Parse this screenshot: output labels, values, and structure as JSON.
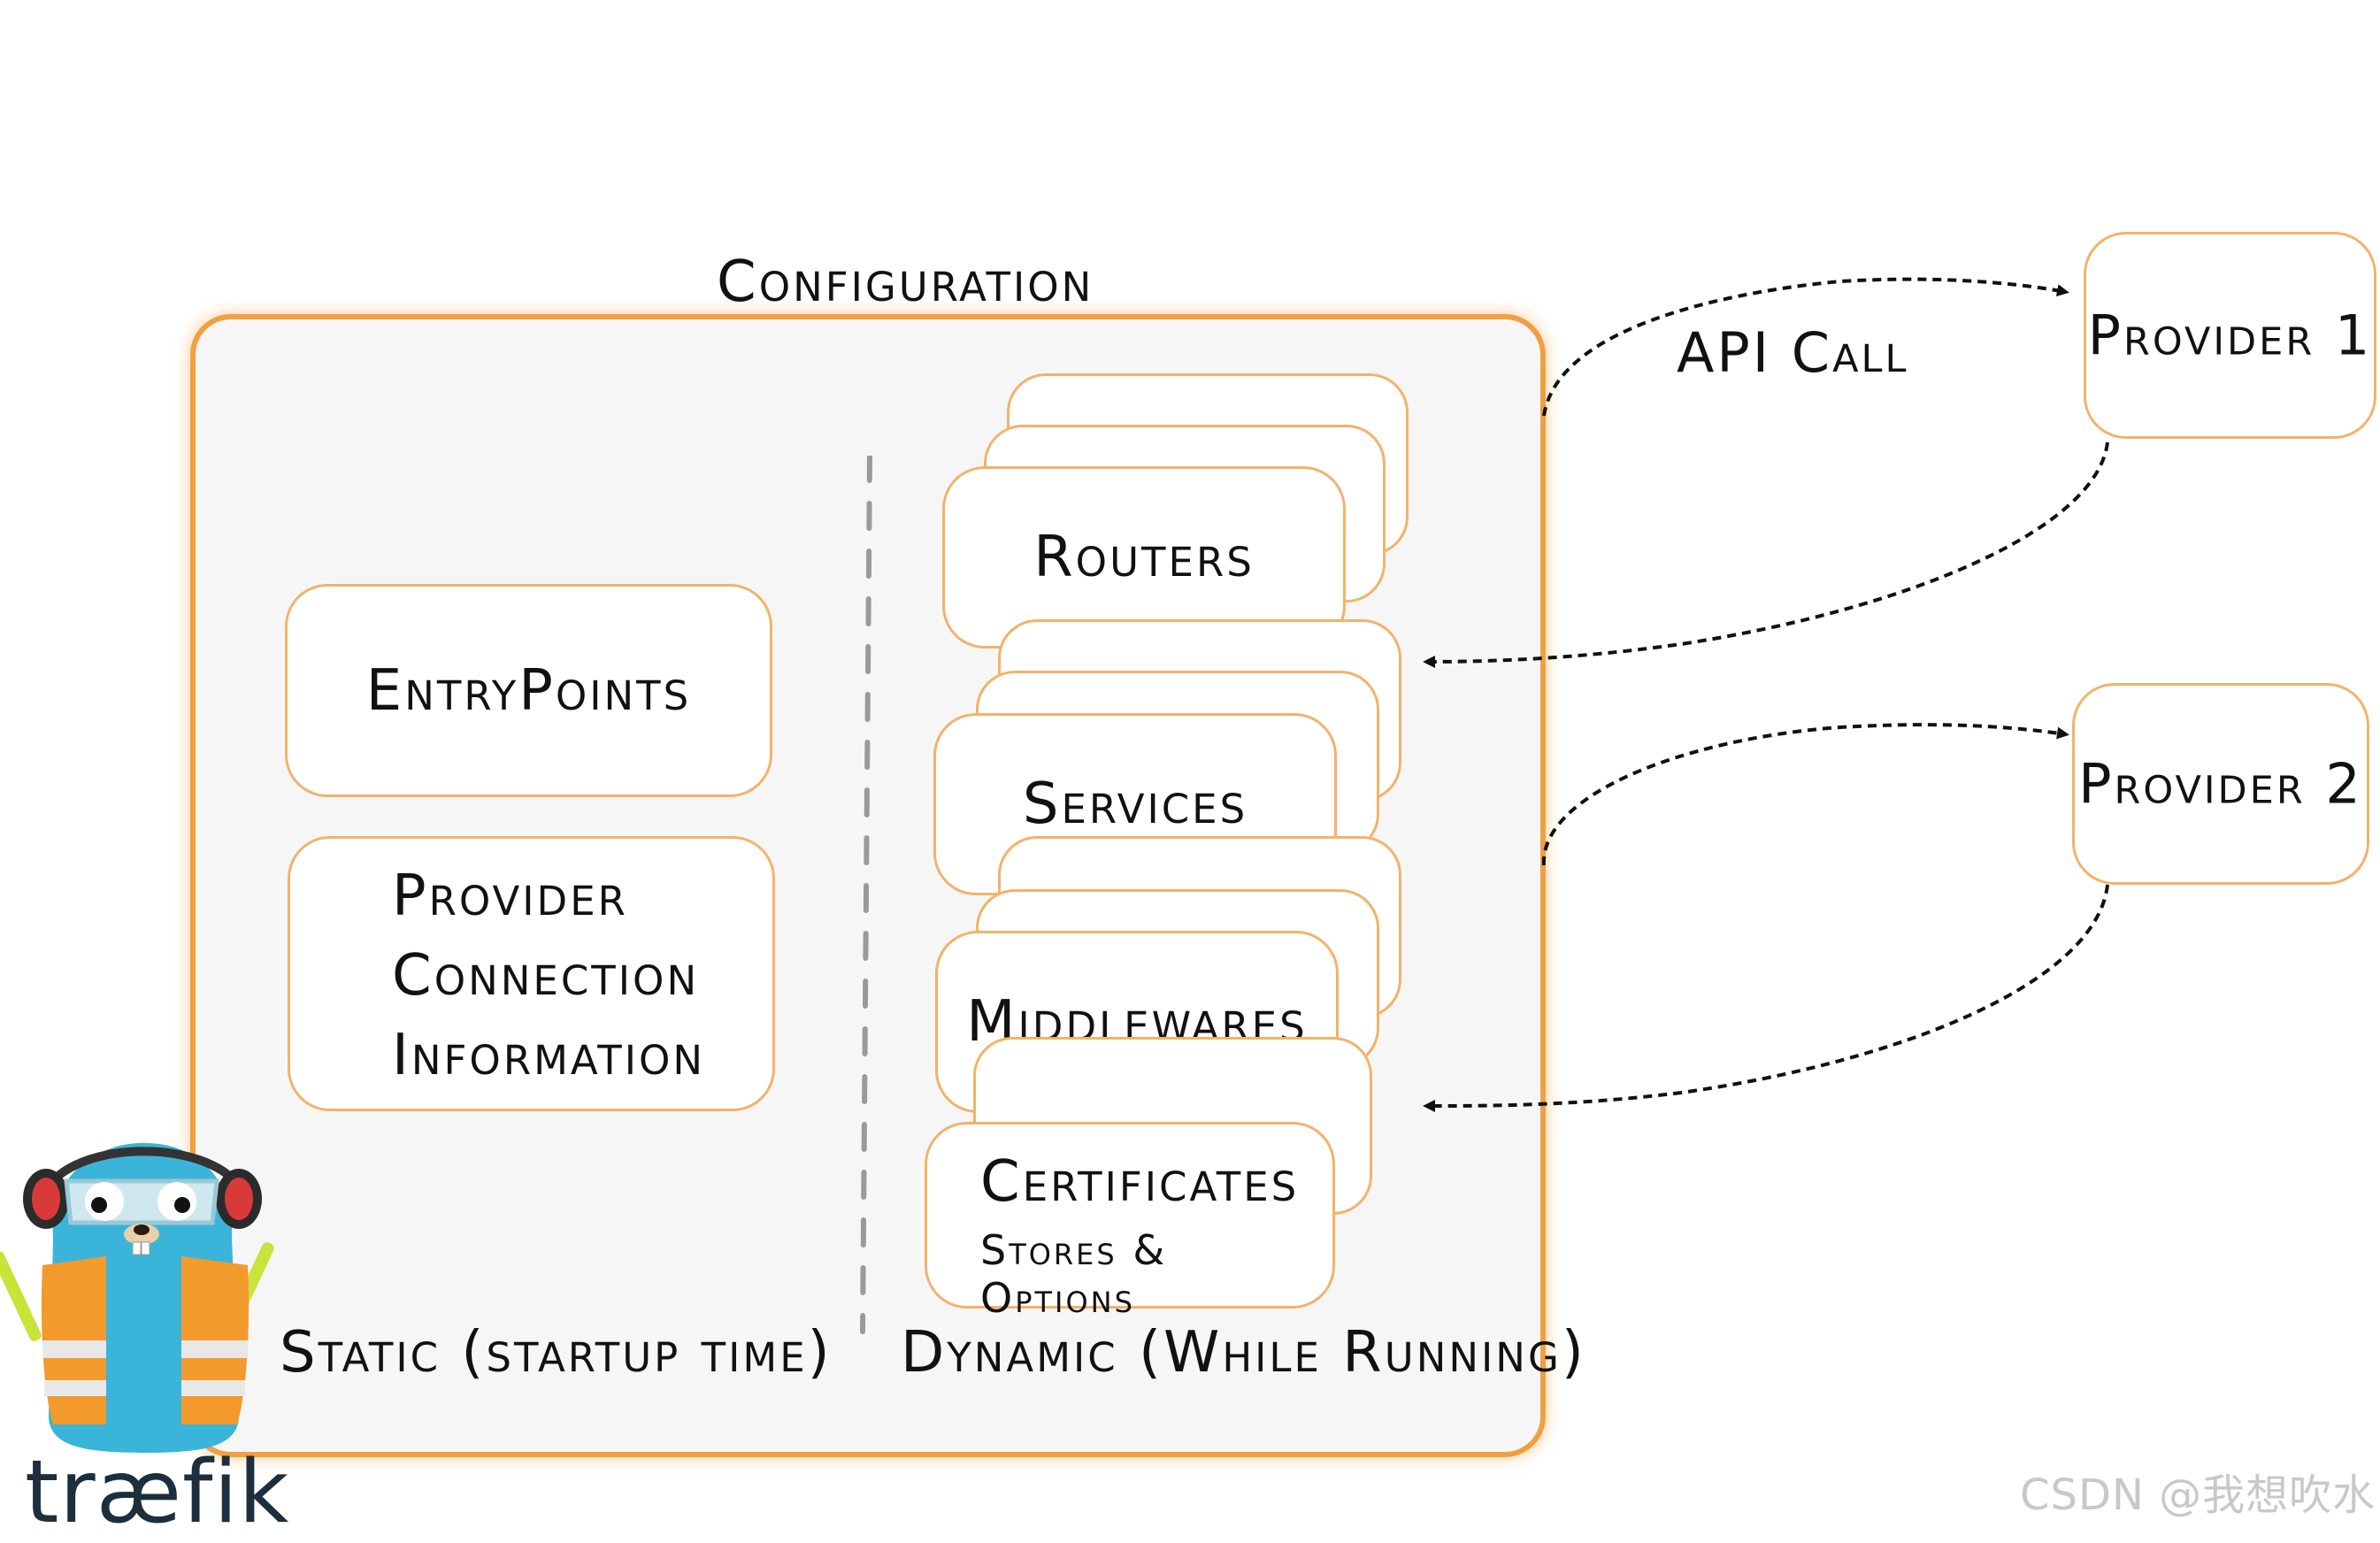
{
  "diagram": {
    "title": "Configuration",
    "static": {
      "entrypoints": "EntryPoints",
      "provider_connection": [
        "Provider",
        "Connection",
        "Information"
      ],
      "caption": "Static (startup time)"
    },
    "dynamic": {
      "routers": "Routers",
      "services": "Services",
      "middlewares": "Middlewares",
      "certificates": "Certificates",
      "certificates_sub": "Stores & Options",
      "caption": "Dynamic (While Running)"
    },
    "providers": {
      "provider1": "Provider 1",
      "provider2": "Provider 2",
      "api_call": "API Call"
    }
  },
  "logo": {
    "text": "træfik"
  },
  "watermark": "CSDN @我想吹水",
  "colors": {
    "accent": "#f0a040",
    "card_border": "#f3b26a",
    "mascot_blue": "#3bb4d9",
    "vest_orange": "#f39a2d"
  }
}
